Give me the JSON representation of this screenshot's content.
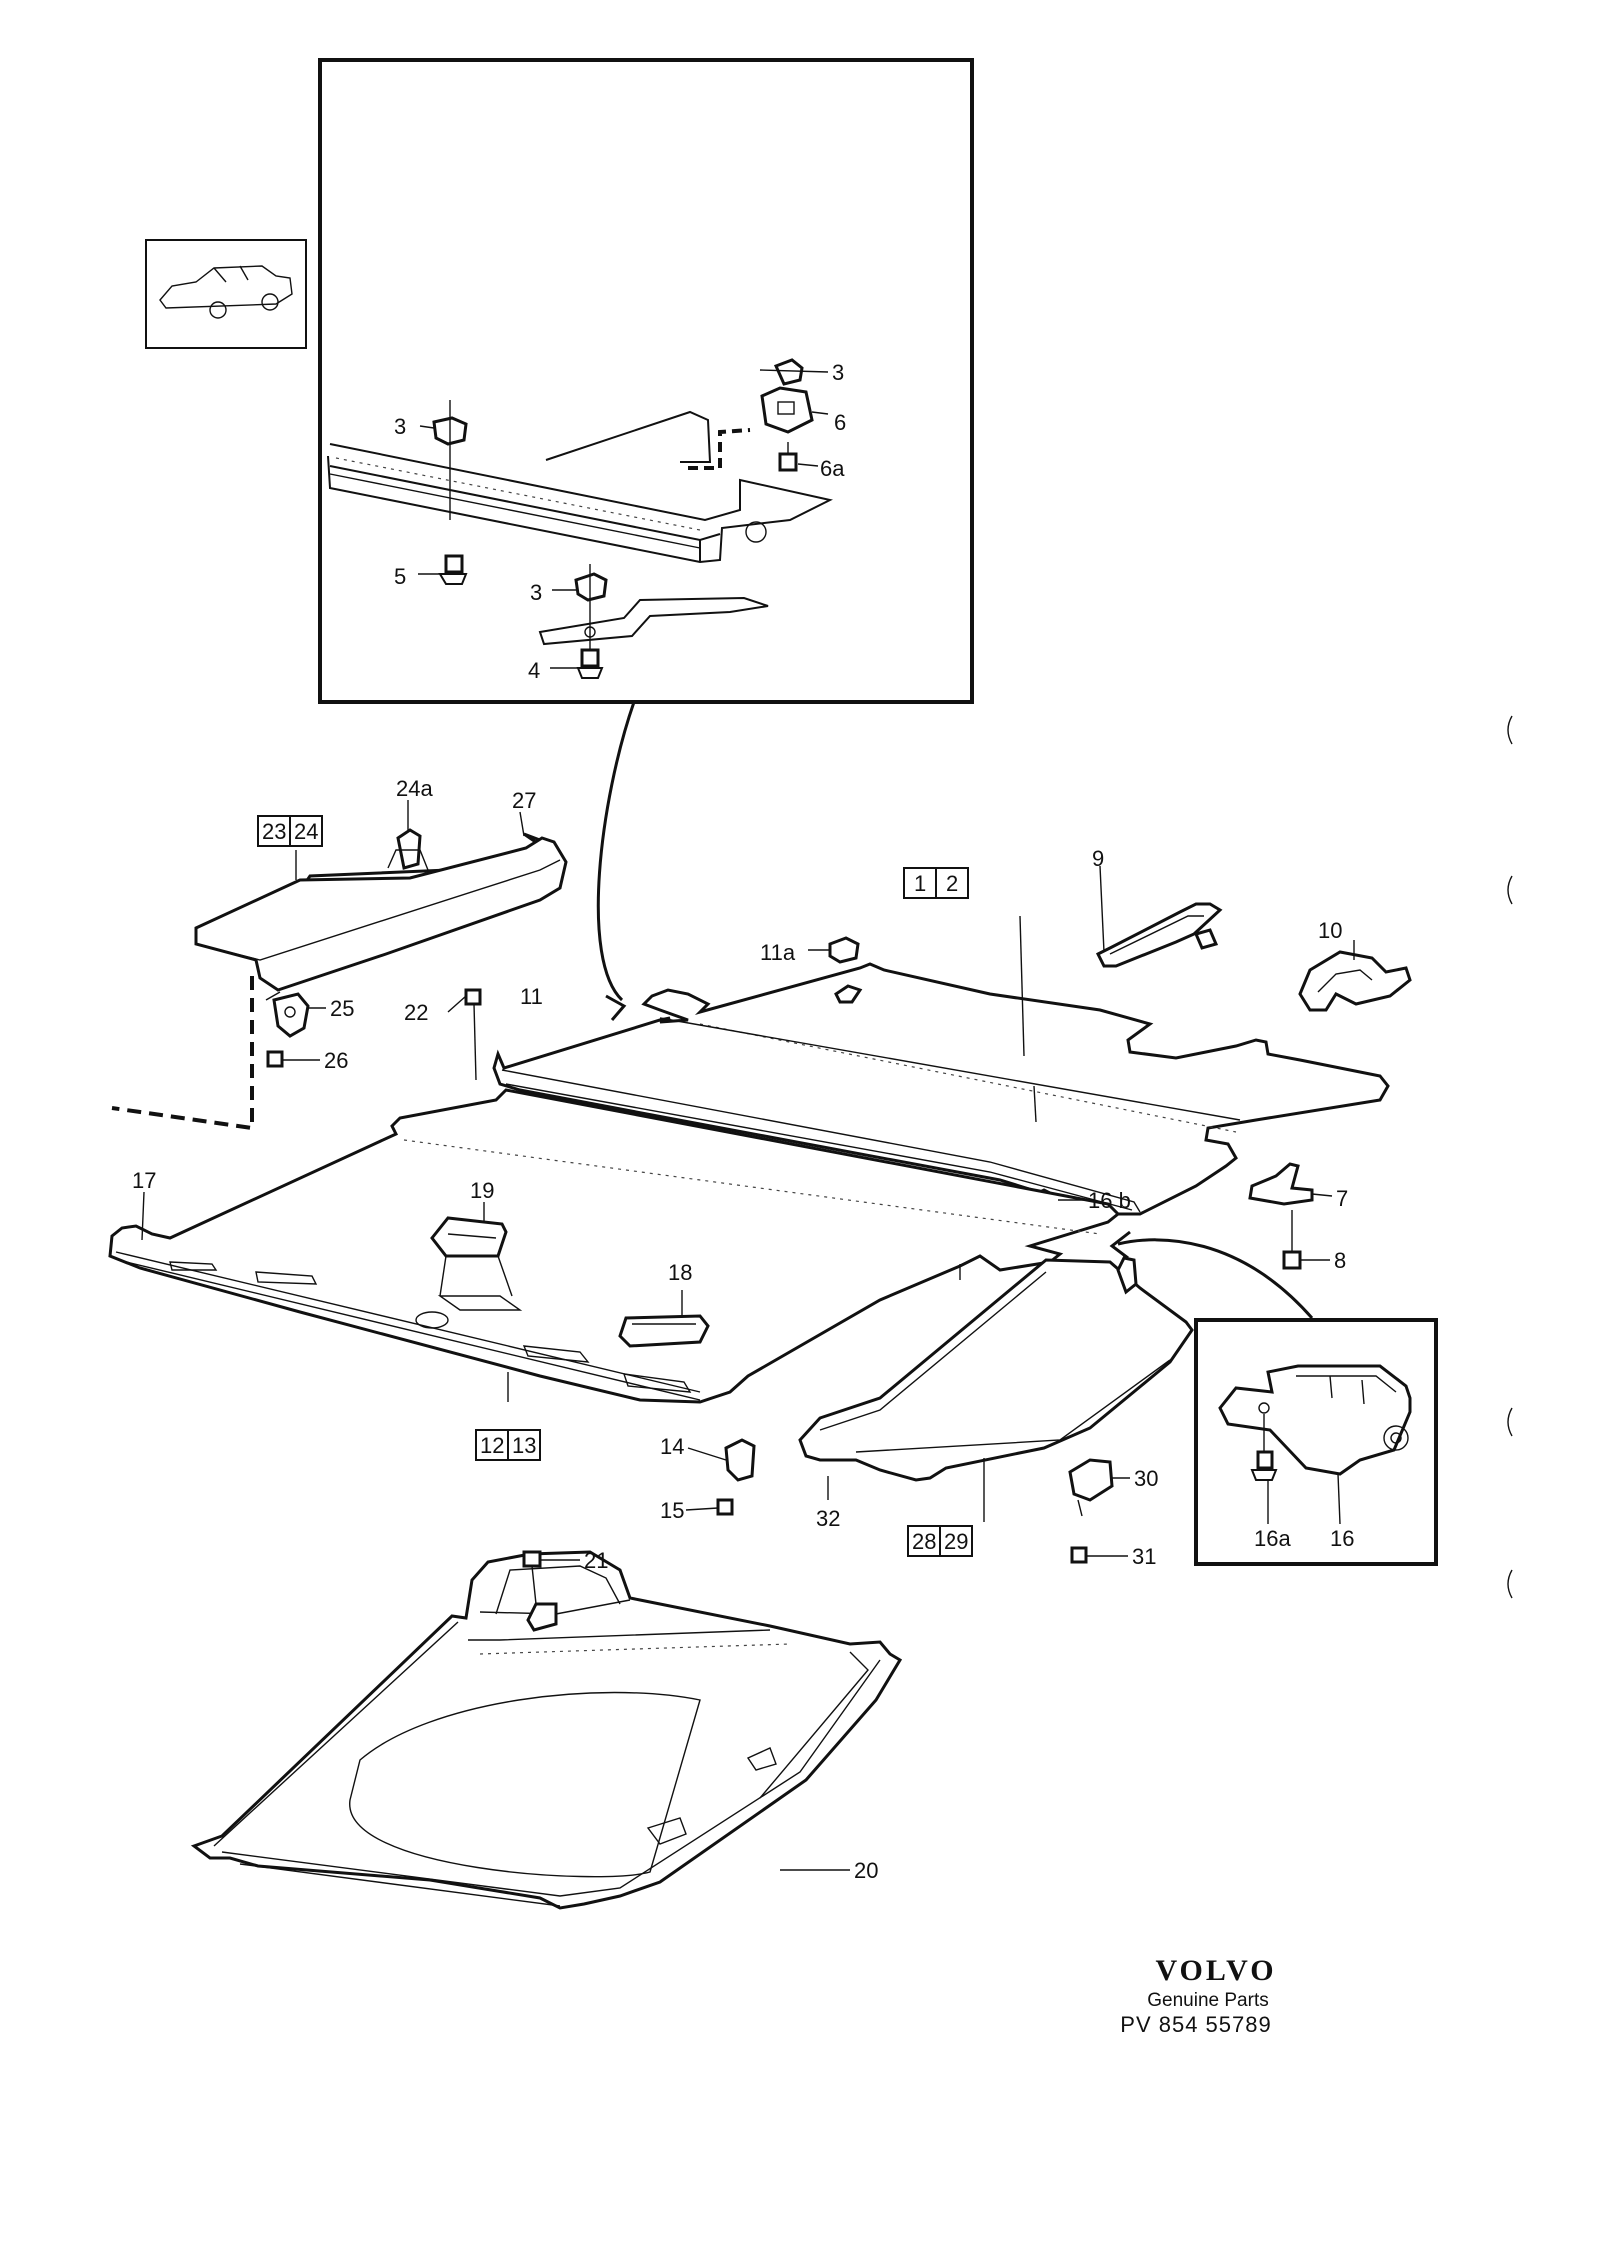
{
  "callouts": {
    "c1": "1",
    "c2": "2",
    "c3a": "3",
    "c3b": "3",
    "c3c": "3",
    "c4": "4",
    "c5": "5",
    "c6": "6",
    "c6a": "6a",
    "c7": "7",
    "c8": "8",
    "c9": "9",
    "c10": "10",
    "c11": "11",
    "c11a": "11a",
    "c12": "12",
    "c13": "13",
    "c14": "14",
    "c15": "15",
    "c16": "16",
    "c16a": "16a",
    "c16b": "16 b",
    "c17": "17",
    "c18": "18",
    "c19": "19",
    "c20": "20",
    "c21": "21",
    "c22": "22",
    "c23": "23",
    "c24": "24",
    "c24a": "24a",
    "c25": "25",
    "c26": "26",
    "c27": "27",
    "c28": "28",
    "c29": "29",
    "c30": "30",
    "c31": "31",
    "c32": "32"
  },
  "footer": {
    "brand": "VOLVO",
    "subtitle": "Genuine Parts",
    "code": "PV  854  55789"
  }
}
